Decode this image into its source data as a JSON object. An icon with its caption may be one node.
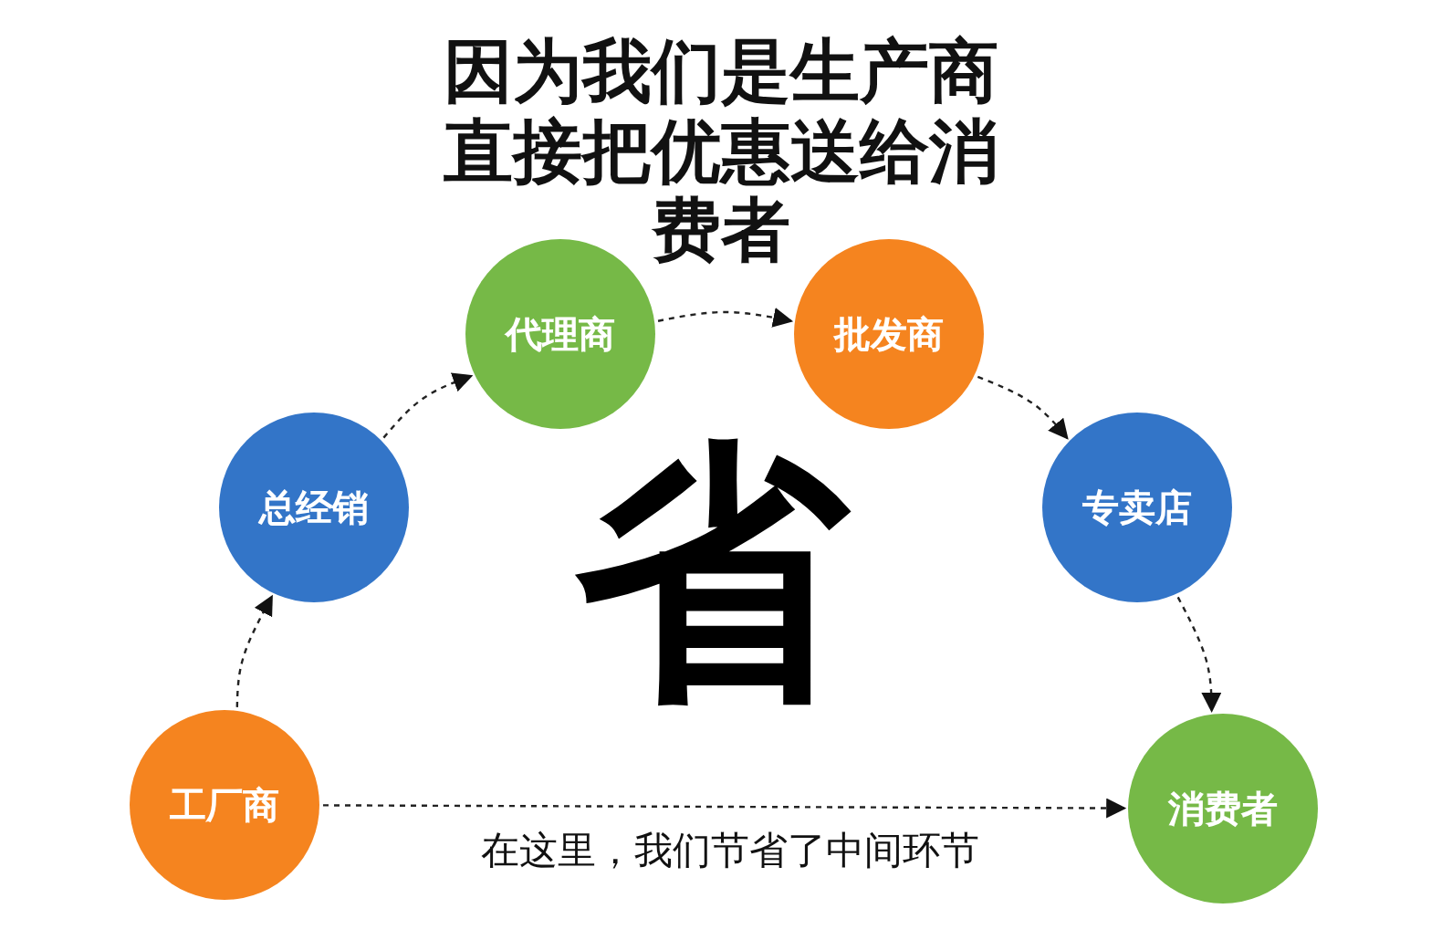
{
  "diagram": {
    "title": "因为我们是生产商直接把优惠送给消费者",
    "nodes": [
      {
        "text": [
          "工厂商"
        ]
      },
      {
        "text": [
          "总经销"
        ]
      },
      {
        "text": [
          "代理商"
        ]
      },
      {
        "text": [
          "批发商"
        ]
      },
      {
        "text": [
          "专卖店"
        ]
      },
      {
        "text": [
          "消费者"
        ]
      }
    ],
    "edges": [
      {
        "from": 0,
        "to": 1,
        "arrow": "to",
        "style": "dashed"
      },
      {
        "from": 1,
        "to": 2,
        "arrow": "to",
        "style": "dashed"
      },
      {
        "from": 2,
        "to": 3,
        "arrow": "to",
        "style": "dashed"
      },
      {
        "from": 3,
        "to": 4,
        "arrow": "to",
        "style": "dashed"
      },
      {
        "from": 4,
        "to": 5,
        "arrow": "to",
        "style": "dashed"
      },
      {
        "from": 0,
        "to": 5,
        "arrow": "to",
        "style": "dashed",
        "label": "在这里，我们节省了中间环节"
      }
    ],
    "labels": [
      "省"
    ]
  }
}
